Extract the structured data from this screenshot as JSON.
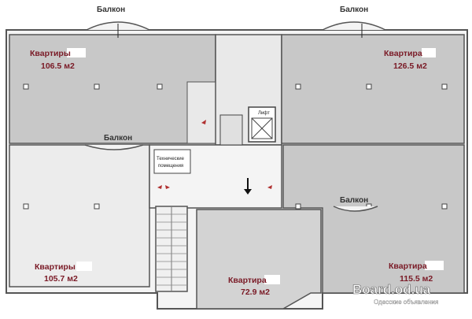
{
  "balconies": [
    {
      "label": "Балкон"
    },
    {
      "label": "Балкон"
    },
    {
      "label": "Балкон"
    },
    {
      "label": "Балкон"
    }
  ],
  "apartments": [
    {
      "name": "Квартиры",
      "area": "106.5 м2"
    },
    {
      "name": "Квартира",
      "area": "126.5 м2"
    },
    {
      "name": "Квартиры",
      "area": "105.7 м2"
    },
    {
      "name": "Квартира",
      "area": "72.9 м2"
    },
    {
      "name": "Квартира",
      "area": "115.5 м2"
    }
  ],
  "core": {
    "lift_label": "Лифт",
    "tech_room_line1": "Технические",
    "tech_room_line2": "помещения"
  },
  "watermark": {
    "site": "Board.od.ua",
    "tagline": "Одесские объявления"
  },
  "colors": {
    "apartment_fill": "#c8c8c8",
    "common_fill": "#e9e9e9",
    "wall": "#555555",
    "label_accent": "#7a1a26",
    "door_marker": "#b03030"
  }
}
